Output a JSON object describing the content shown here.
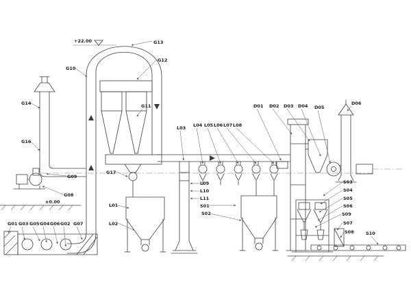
{
  "drawing": {
    "type": "process-flow-engineering-drawing",
    "background": "#ffffff",
    "line_color": "#3c3c3c",
    "elevations": {
      "top": "+22.00",
      "ground": "±0.00"
    },
    "equipment_labels": {
      "g01": "G01",
      "g02": "G02",
      "g03": "G03",
      "g04": "G04",
      "g05": "G05",
      "g06": "G06",
      "g07": "G07",
      "g08": "G08",
      "g09": "G09",
      "g10": "G10",
      "g11": "G11",
      "g12": "G12",
      "g13": "G13",
      "g14": "G14",
      "g16": "G16",
      "g17": "G17",
      "l01": "L01",
      "l02": "L02",
      "l03": "L03",
      "l04": "L04",
      "l05": "L05",
      "l06": "L06",
      "l07": "L07",
      "l08": "L08",
      "l09": "L09",
      "l10": "L10",
      "l11": "L11",
      "d01": "D01",
      "d02": "D02",
      "d03": "D03",
      "d04": "D04",
      "d05": "D05",
      "d06": "D06",
      "s01": "S01",
      "s02": "S02",
      "s03": "S03",
      "s04": "S04",
      "s05": "S05",
      "s06": "S06",
      "s07": "S07",
      "s08": "S08",
      "s09": "S09",
      "s10": "S10"
    }
  }
}
